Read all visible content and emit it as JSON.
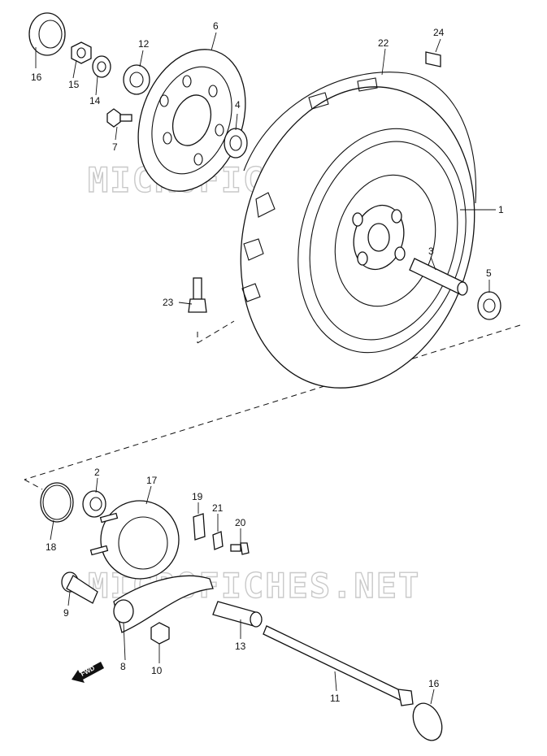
{
  "watermark": {
    "text": "MICROFICHES.NET"
  },
  "direction_arrow": {
    "label": "FWD"
  },
  "callouts": {
    "c1": "1",
    "c2": "2",
    "c3": "3",
    "c4": "4",
    "c5": "5",
    "c6": "6",
    "c7": "7",
    "c8": "8",
    "c10": "10",
    "c11": "11",
    "c12": "12",
    "c13": "13",
    "c14": "14",
    "c15": "15",
    "c16_top": "16",
    "c16_bottom": "16",
    "c17": "17",
    "c18": "18",
    "c19": "19",
    "c20": "20",
    "c21": "21",
    "c22": "22",
    "c23": "23",
    "c24": "24",
    "c9": "9"
  }
}
